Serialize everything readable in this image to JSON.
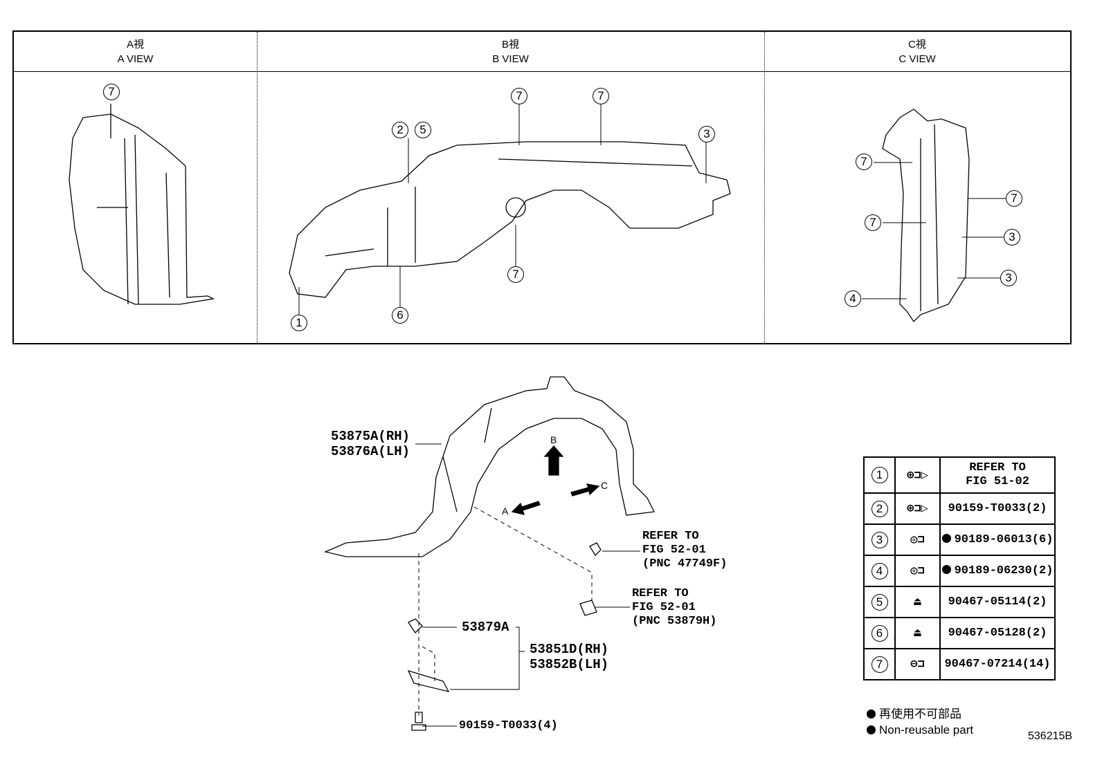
{
  "views": [
    {
      "jp": "A視",
      "en": "A VIEW"
    },
    {
      "jp": "B視",
      "en": "B VIEW"
    },
    {
      "jp": "C視",
      "en": "C VIEW"
    }
  ],
  "callouts": {
    "c1": "1",
    "c2": "2",
    "c3": "3",
    "c4": "4",
    "c5": "5",
    "c6": "6",
    "c7": "7"
  },
  "arrows": {
    "a": "A",
    "b": "B",
    "c": "C"
  },
  "labels": {
    "liner_rh": "53875A(RH)",
    "liner_lh": "53876A(LH)",
    "refer1": "REFER TO\nFIG 52-01\n(PNC 47749F)",
    "refer2": "REFER TO\nFIG 52-01\n(PNC 53879H)",
    "clip": "53879A",
    "seal_rh": "53851D(RH)",
    "seal_lh": "53852B(LH)",
    "screw": "90159-T0033(4)"
  },
  "legend": [
    {
      "num": "1",
      "icon": "screw-icon",
      "part": "REFER TO\nFIG 51-02",
      "nonreusable": false
    },
    {
      "num": "2",
      "icon": "screw-icon",
      "part": "90159-T0033(2)",
      "nonreusable": false
    },
    {
      "num": "3",
      "icon": "clip-icon",
      "part": "90189-06013(6)",
      "nonreusable": true
    },
    {
      "num": "4",
      "icon": "clip-icon",
      "part": "90189-06230(2)",
      "nonreusable": true
    },
    {
      "num": "5",
      "icon": "nut-icon",
      "part": "90467-05114(2)",
      "nonreusable": false
    },
    {
      "num": "6",
      "icon": "nut-icon",
      "part": "90467-05128(2)",
      "nonreusable": false
    },
    {
      "num": "7",
      "icon": "push-clip-icon",
      "part": "90467-07214(14)",
      "nonreusable": false
    }
  ],
  "notes": {
    "jp": "再使用不可部品",
    "en": "Non-reusable part"
  },
  "figure_id": "536215B"
}
